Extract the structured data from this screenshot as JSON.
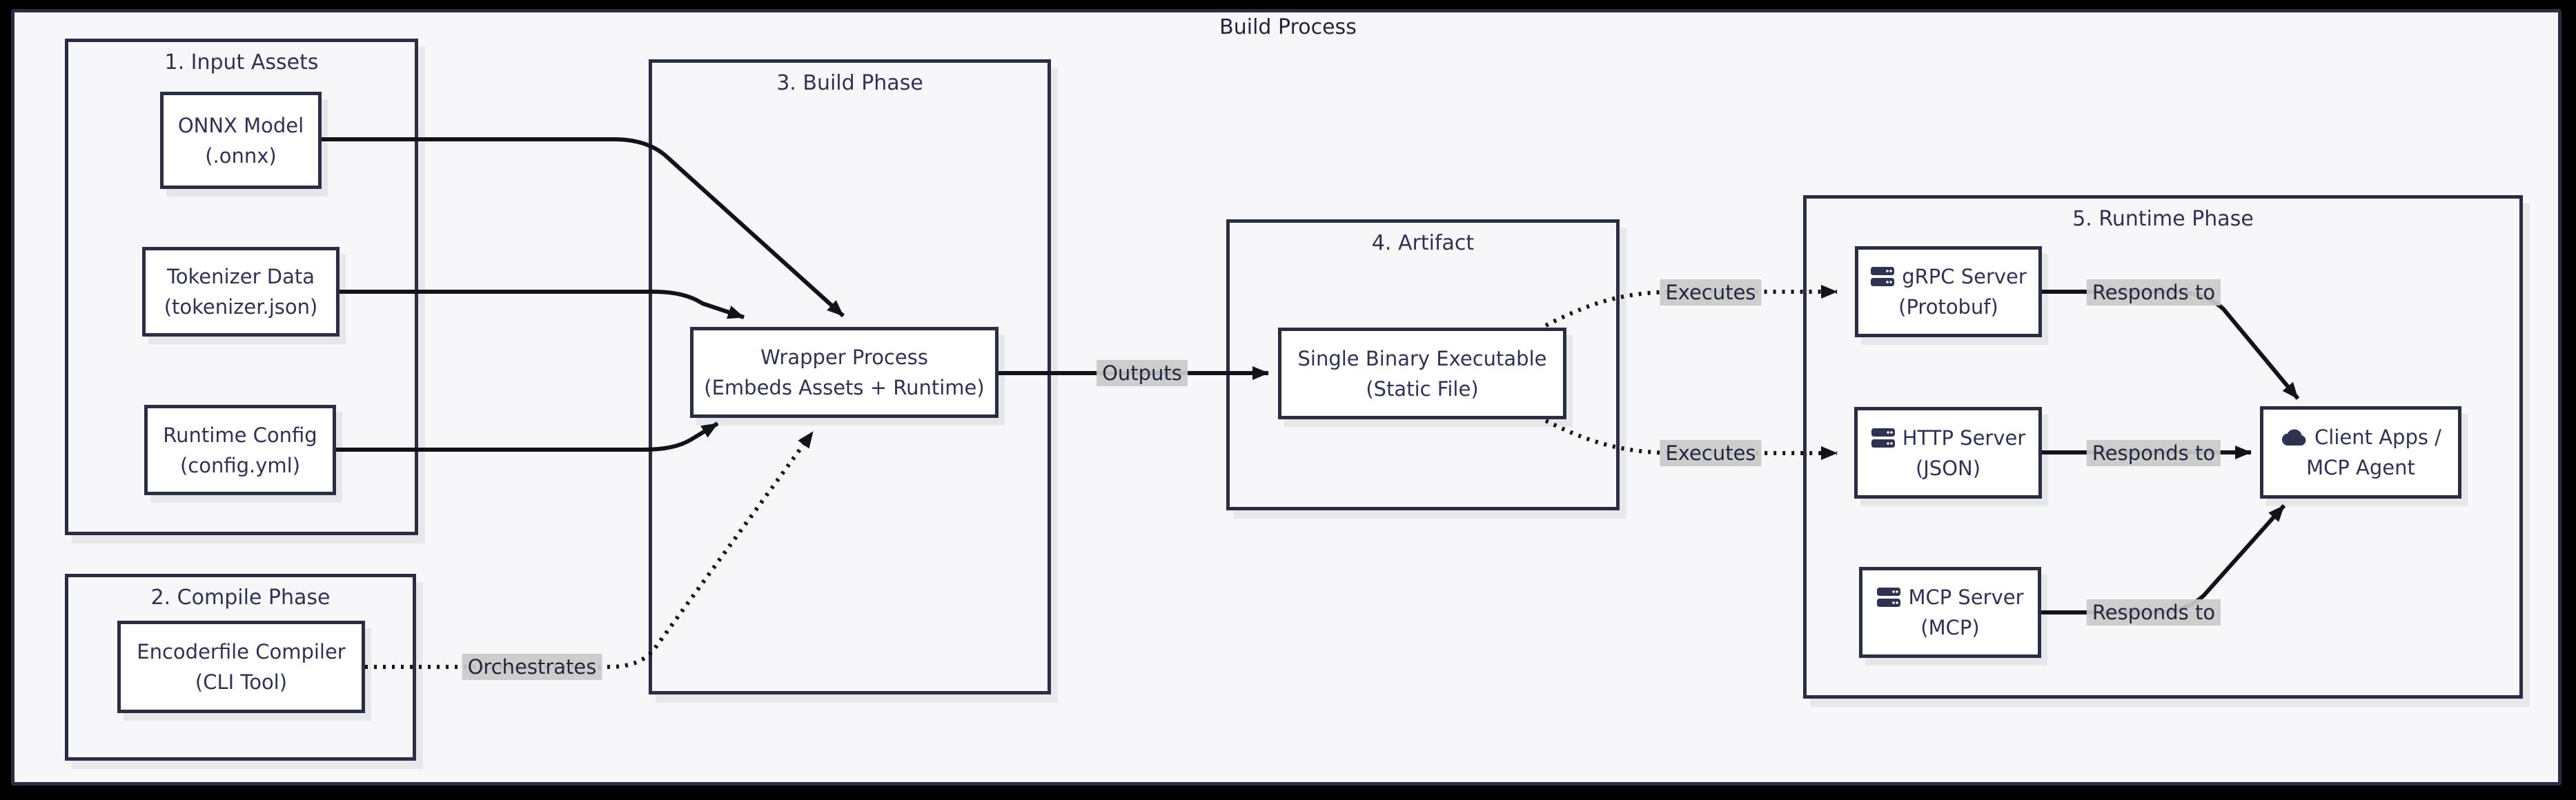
{
  "diagram_title": "Build Process",
  "containers": {
    "input_assets": {
      "label": "1. Input Assets"
    },
    "compile_phase": {
      "label": "2. Compile Phase"
    },
    "build_phase": {
      "label": "3. Build Phase"
    },
    "artifact": {
      "label": "4. Artifact"
    },
    "runtime_phase": {
      "label": "5. Runtime Phase"
    }
  },
  "nodes": {
    "onnx_model": {
      "line1": "ONNX Model",
      "line2": "(.onnx)"
    },
    "tokenizer_data": {
      "line1": "Tokenizer Data",
      "line2": "(tokenizer.json)"
    },
    "runtime_config": {
      "line1": "Runtime Config",
      "line2": "(config.yml)"
    },
    "encoderfile_compiler": {
      "line1": "Encoderfile Compiler",
      "line2": "(CLI Tool)"
    },
    "wrapper_process": {
      "line1": "Wrapper Process",
      "line2": "(Embeds Assets + Runtime)"
    },
    "single_binary": {
      "line1": "Single Binary Executable",
      "line2": "(Static File)"
    },
    "grpc_server": {
      "line1": "gRPC Server",
      "line2": "(Protobuf)",
      "icon": "server-icon"
    },
    "http_server": {
      "line1": "HTTP Server",
      "line2": "(JSON)",
      "icon": "server-icon"
    },
    "mcp_server": {
      "line1": "MCP Server",
      "line2": "(MCP)",
      "icon": "server-icon"
    },
    "client_apps": {
      "line1": "Client Apps /",
      "line2": "MCP Agent",
      "icon": "cloud-icon"
    }
  },
  "edge_labels": {
    "orchestrates": "Orchestrates",
    "outputs": "Outputs",
    "executes_grpc": "Executes",
    "executes_http": "Executes",
    "responds_grpc": "Responds to",
    "responds_http": "Responds to",
    "responds_mcp": "Responds to"
  },
  "colors": {
    "frame": "#000000",
    "canvas_bg": "#f7f7f9",
    "border": "#2b2d42",
    "node_fill": "#ffffff",
    "text": "#2f3350",
    "edge": "#12121a",
    "edge_label_bg": "#c9c9c9"
  }
}
